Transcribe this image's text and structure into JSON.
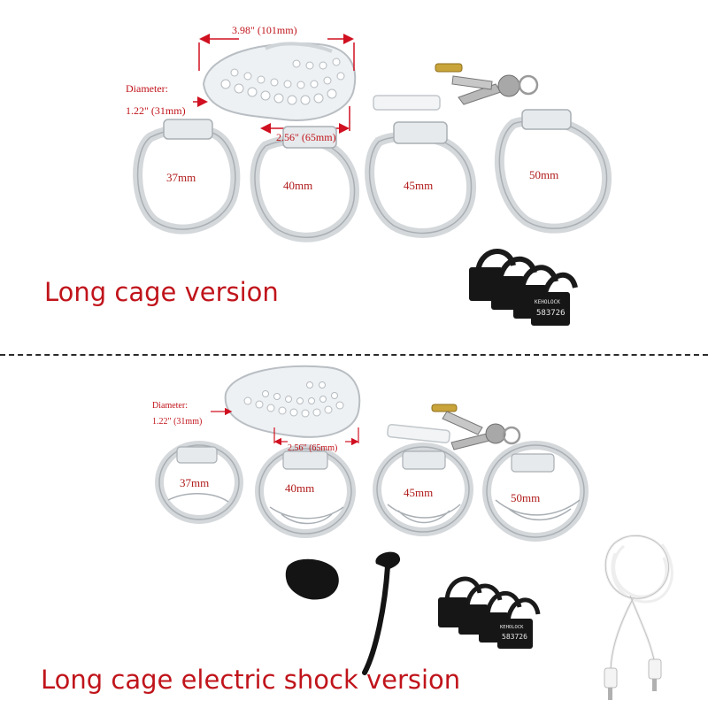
{
  "top": {
    "caption": "Long cage version",
    "dimension_length": "3.98\"   (101mm)",
    "dimension_diameter_label": "Diameter:",
    "dimension_diameter_value": "1.22\"   (31mm)",
    "dimension_inner": "2.56\"   (65mm)",
    "ring_sizes": [
      "37mm",
      "40mm",
      "45mm",
      "50mm"
    ],
    "tag_text": [
      "KEHOLOCK",
      "583726"
    ]
  },
  "bottom": {
    "caption": "Long cage electric shock version",
    "dimension_diameter_label": "Diameter:",
    "dimension_diameter_value": "1.22\"   (31mm)",
    "dimension_inner": "2.56\"   (65mm)",
    "ring_sizes": [
      "37mm",
      "40mm",
      "45mm",
      "50mm"
    ],
    "tag_text": [
      "KEHOLOCK",
      "583726"
    ]
  },
  "colors": {
    "caption_red": "#c0141b",
    "arrow_red": "#d01020",
    "clear_plastic": "#dfe3e6",
    "black_rubber": "#161616",
    "brass": "#c9a43a",
    "cable_white": "#f2f2f2"
  }
}
